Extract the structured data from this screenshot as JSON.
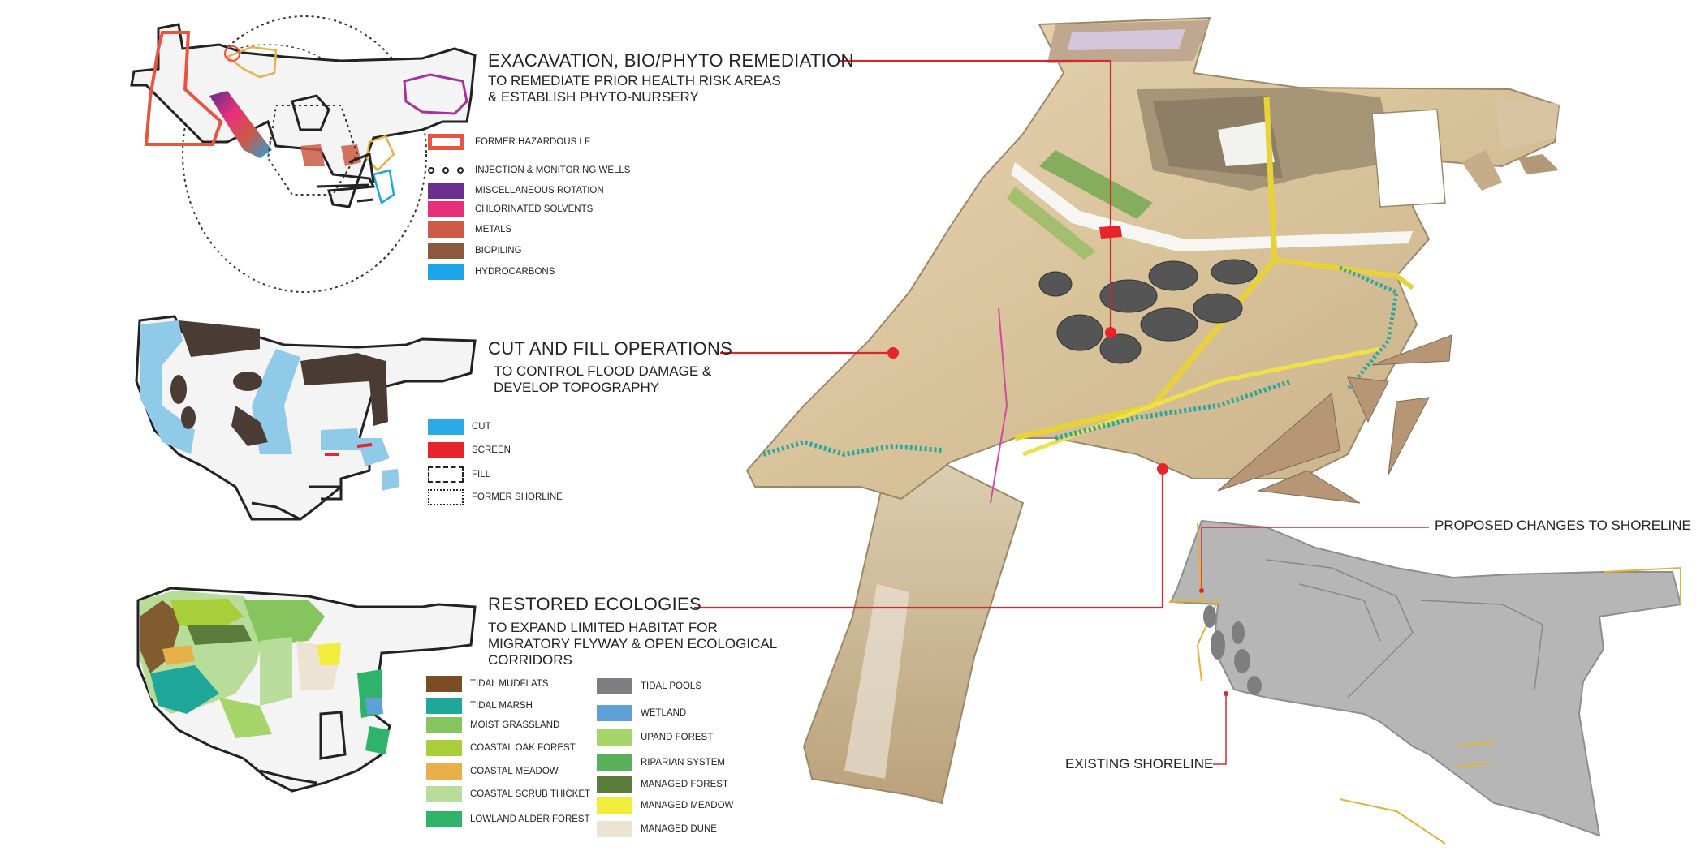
{
  "panels": {
    "excavation": {
      "title": "EXACAVATION, BIO/PHYTO REMEDIATION",
      "subtitle_lines": [
        "TO REMEDIATE PRIOR HEALTH RISK AREAS",
        "& ESTABLISH PHYTO-NURSERY"
      ],
      "legend": [
        {
          "label": "FORMER HAZARDOUS LF",
          "color": "#e8543f",
          "style": "outline"
        },
        {
          "label": "INJECTION & MONITORING WELLS",
          "color": "#222222",
          "style": "dots"
        },
        {
          "label": "MISCELLANEOUS ROTATION",
          "color": "#6b2f8f",
          "style": "solid"
        },
        {
          "label": "CHLORINATED SOLVENTS",
          "color": "#e8307a",
          "style": "solid"
        },
        {
          "label": "METALS",
          "color": "#cc5a46",
          "style": "solid"
        },
        {
          "label": "BIOPILING",
          "color": "#8b5a3c",
          "style": "solid"
        },
        {
          "label": "HYDROCARBONS",
          "color": "#1ca4e8",
          "style": "solid"
        }
      ]
    },
    "cutfill": {
      "title": "CUT AND FILL OPERATIONS",
      "subtitle_lines": [
        "TO CONTROL FLOOD DAMAGE &",
        "DEVELOP TOPOGRAPHY"
      ],
      "legend": [
        {
          "label": "CUT",
          "color": "#2aaae8",
          "style": "solid"
        },
        {
          "label": "SCREEN",
          "color": "#e8242a",
          "style": "solid"
        },
        {
          "label": "FILL",
          "color": "#222222",
          "style": "dashed"
        },
        {
          "label": "FORMER SHORLINE",
          "color": "#222222",
          "style": "dotted"
        }
      ]
    },
    "ecologies": {
      "title": "RESTORED ECOLOGIES",
      "subtitle_lines": [
        "TO EXPAND LIMITED HABITAT FOR",
        "MIGRATORY FLYWAY & OPEN ECOLOGICAL",
        "CORRIDORS"
      ],
      "legend_left": [
        {
          "label": "TIDAL MUDFLATS",
          "color": "#7a4e22"
        },
        {
          "label": "TIDAL MARSH",
          "color": "#1fa89a"
        },
        {
          "label": "MOIST GRASSLAND",
          "color": "#86c45e"
        },
        {
          "label": "COASTAL OAK FOREST",
          "color": "#a8cf3a"
        },
        {
          "label": "COASTAL MEADOW",
          "color": "#e8b04a"
        },
        {
          "label": "COASTAL SCRUB THICKET",
          "color": "#b8dc9a"
        },
        {
          "label": "LOWLAND ALDER FOREST",
          "color": "#2fb36a"
        }
      ],
      "legend_right": [
        {
          "label": "TIDAL POOLS",
          "color": "#7d8083"
        },
        {
          "label": "WETLAND",
          "color": "#5fa0d6"
        },
        {
          "label": "UPAND FOREST",
          "color": "#a4d46a"
        },
        {
          "label": "RIPARIAN SYSTEM",
          "color": "#58b05a"
        },
        {
          "label": "MANAGED FOREST",
          "color": "#5a7d3c"
        },
        {
          "label": "MANAGED MEADOW",
          "color": "#f2ec3a"
        },
        {
          "label": "MANAGED DUNE",
          "color": "#ece3d2"
        }
      ]
    }
  },
  "callouts": {
    "proposed": "PROPOSED CHANGES TO SHORELINE",
    "existing": "EXISTING SHORELINE"
  },
  "colors": {
    "leader": "#d8262e",
    "shoreline": "#e0b43a"
  }
}
